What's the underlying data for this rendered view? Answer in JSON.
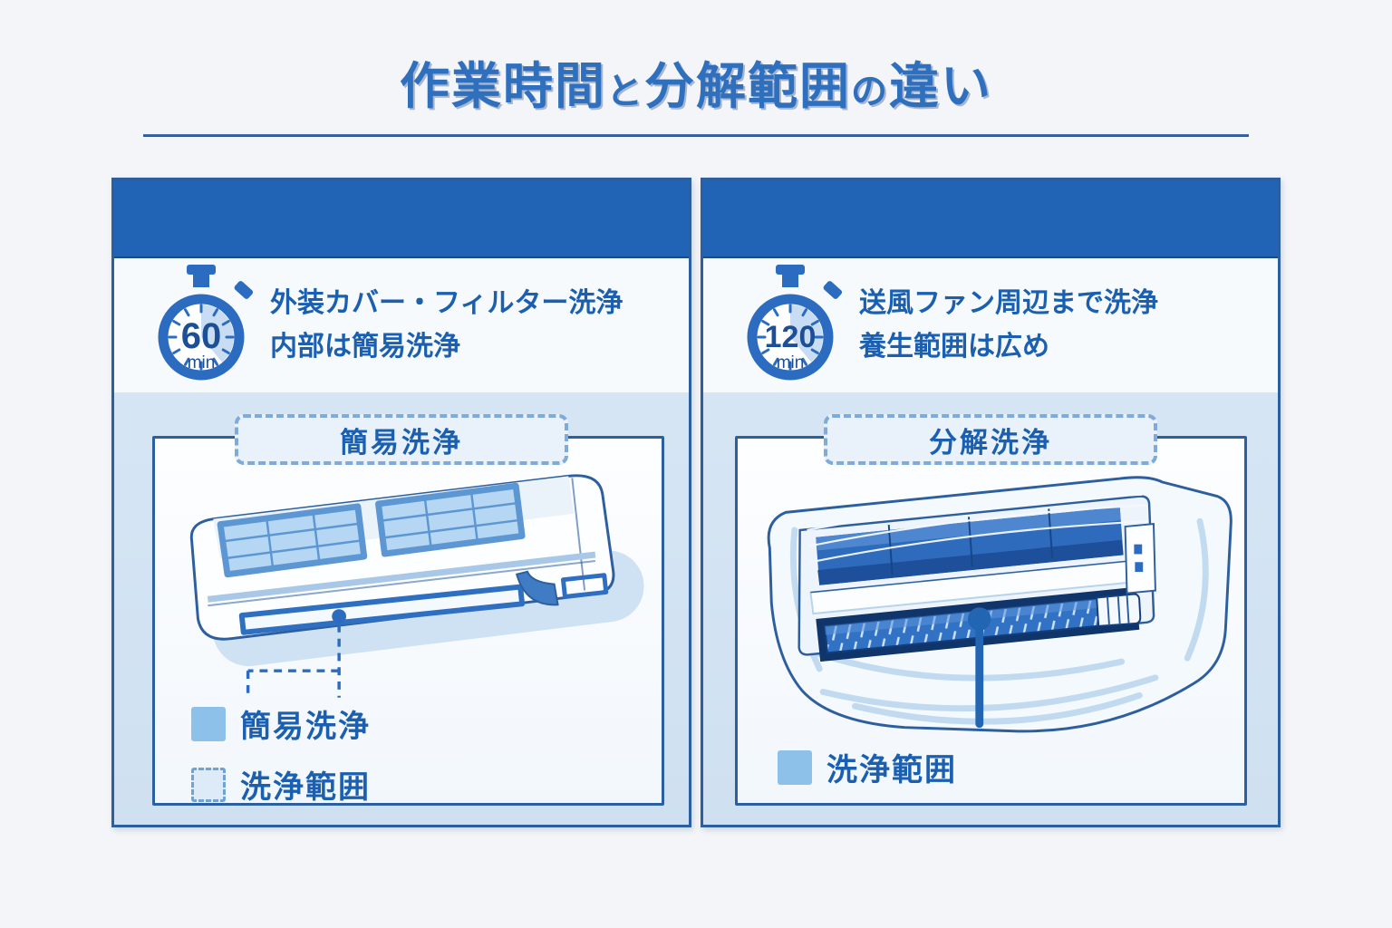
{
  "title": {
    "part1": "作業時間",
    "particle1": "と",
    "part2": "分解範囲",
    "particle2": "の",
    "part3": "違い"
  },
  "panels": {
    "left": {
      "timer": {
        "value": "60",
        "unit": "min"
      },
      "desc_line1": "外装カバー・フィルター洗浄",
      "desc_line2": "内部は簡易洗浄",
      "badge": "簡易洗浄",
      "legend": [
        {
          "swatch": "solid",
          "label": "簡易洗浄"
        },
        {
          "swatch": "dashed",
          "label": "洗浄範囲"
        }
      ]
    },
    "right": {
      "timer": {
        "value": "120",
        "unit": "min"
      },
      "desc_line1": "送風ファン周辺まで洗浄",
      "desc_line2": "養生範囲は広め",
      "badge": "分解洗浄",
      "legend": [
        {
          "swatch": "solid",
          "label": "洗浄範囲"
        }
      ]
    }
  },
  "colors": {
    "title_blue": "#2e6fbe",
    "header_bar": "#2164b5",
    "panel_border": "#2b5f9f",
    "text_blue": "#1a5fb0",
    "timer_ring": "#2b6cc0",
    "legend_swatch": "#8ec1ea",
    "pointer": "#2265b3"
  }
}
